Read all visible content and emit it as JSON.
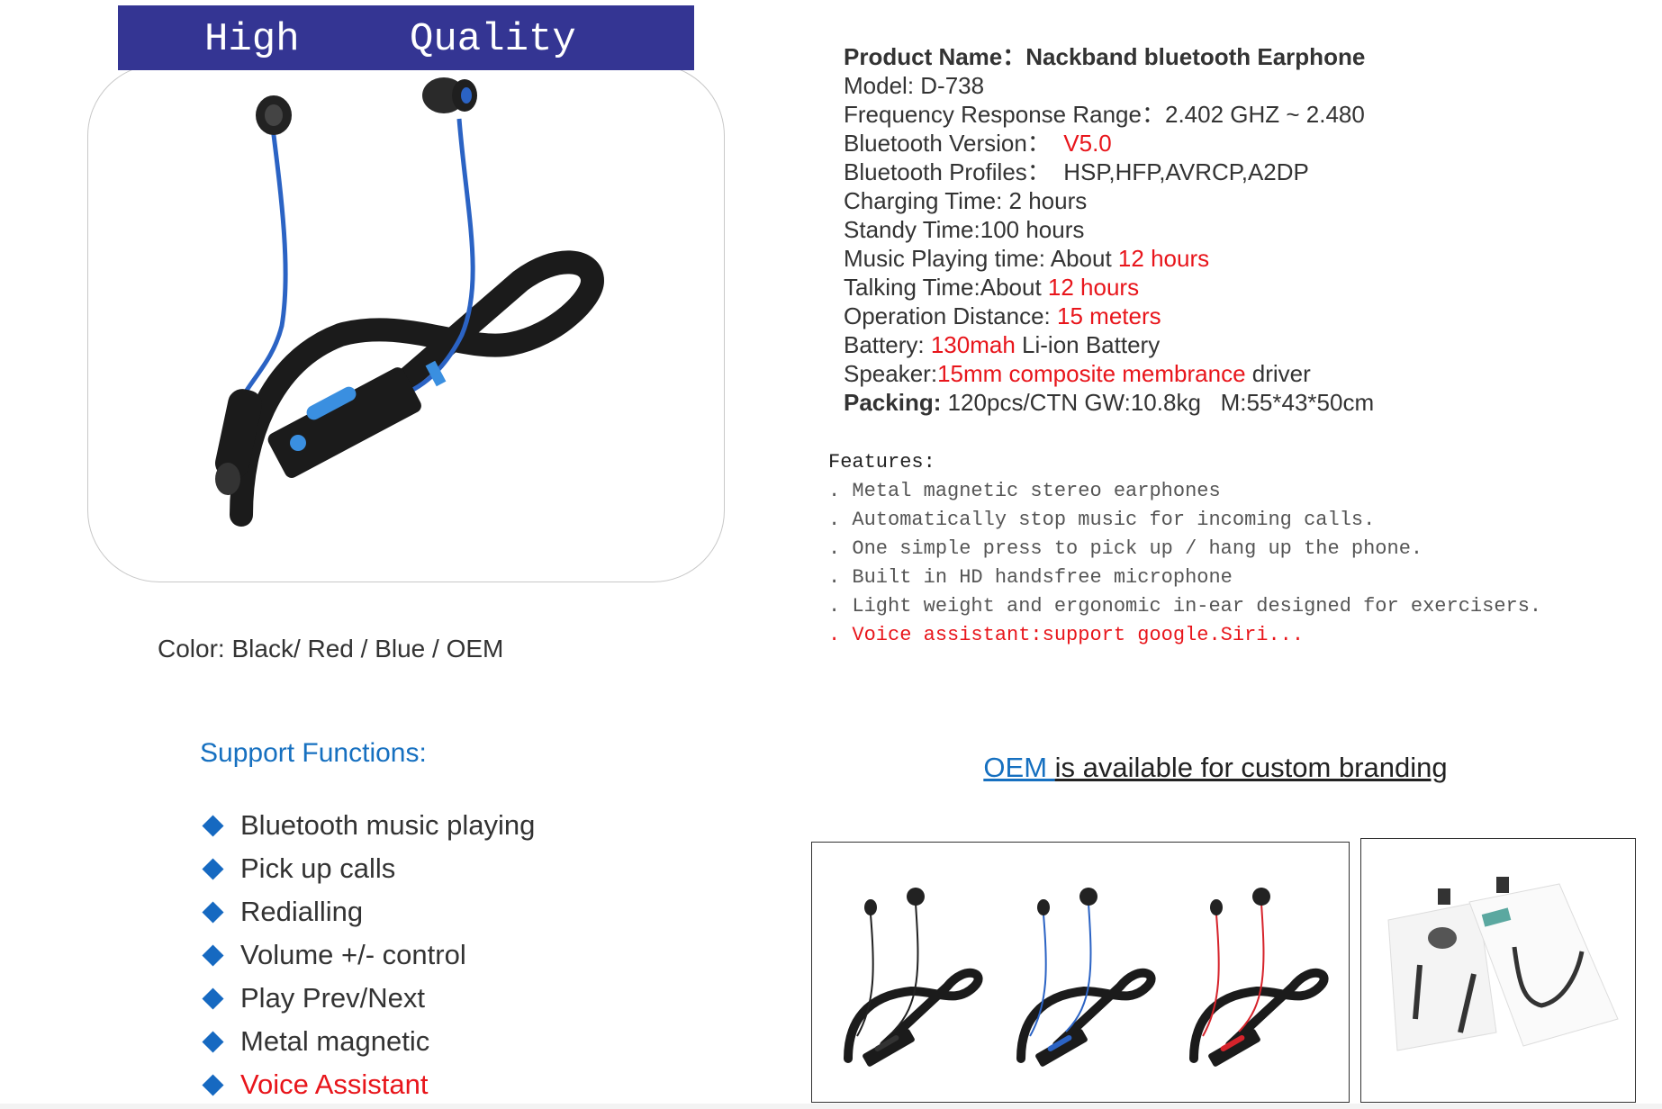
{
  "banner": {
    "word1": "High",
    "word2": "Quality",
    "background": "#343593"
  },
  "specs": [
    [
      {
        "text": "Product Name：Nackband bluetooth Earphone",
        "bold": true
      }
    ],
    [
      {
        "text": "Model: D-738"
      }
    ],
    [
      {
        "text": "Frequency Response Range：2.402 GHZ ~ 2.480"
      }
    ],
    [
      {
        "text": "Bluetooth Version：  "
      },
      {
        "text": "V5.0",
        "red": true
      }
    ],
    [
      {
        "text": "Bluetooth Profiles：  HSP,HFP,AVRCP,A2DP"
      }
    ],
    [
      {
        "text": "Charging Time: 2 hours"
      }
    ],
    [
      {
        "text": "Standy Time:100 hours"
      }
    ],
    [
      {
        "text": "Music Playing time: About "
      },
      {
        "text": "12 hours",
        "red": true
      }
    ],
    [
      {
        "text": "Talking Time:About "
      },
      {
        "text": "12 hours",
        "red": true
      }
    ],
    [
      {
        "text": "Operation Distance: "
      },
      {
        "text": "15 meters",
        "red": true
      }
    ],
    [
      {
        "text": "Battery: "
      },
      {
        "text": "130mah",
        "red": true
      },
      {
        "text": " Li-ion Battery"
      }
    ],
    [
      {
        "text": "Speaker:"
      },
      {
        "text": "15mm composite membrance",
        "red": true
      },
      {
        "text": " driver"
      }
    ],
    [
      {
        "text": "Packing:",
        "bold": true
      },
      {
        "text": " 120pcs/CTN GW:10.8kg   M:55*43*50cm"
      }
    ]
  ],
  "features": {
    "title": "Features:",
    "items": [
      {
        "text": ". Metal magnetic stereo earphones"
      },
      {
        "text": ". Automatically stop music for incoming calls."
      },
      {
        "text": ". One simple press to pick up / hang up the phone."
      },
      {
        "text": ". Built in HD handsfree microphone"
      },
      {
        "text": ". Light weight and ergonomic in-ear designed for exercisers."
      },
      {
        "text": ". Voice assistant:support google.Siri...",
        "red": true
      }
    ]
  },
  "color_line": "Color: Black/ Red / Blue / OEM",
  "support": {
    "title": "Support Functions:",
    "items": [
      {
        "text": "Bluetooth music playing"
      },
      {
        "text": "Pick up calls"
      },
      {
        "text": "Redialling"
      },
      {
        "text": "Volume +/- control"
      },
      {
        "text": "Play Prev/Next"
      },
      {
        "text": "Metal magnetic"
      },
      {
        "text": "Voice Assistant",
        "red": true
      }
    ]
  },
  "oem": {
    "link": "OEM ",
    "rest": "is available for custom branding"
  },
  "colors": {
    "accent_blue": "#1670c0",
    "highlight_red": "#e8151b",
    "cable_variants": [
      "#222222",
      "#2b63c4",
      "#d6232b"
    ]
  }
}
